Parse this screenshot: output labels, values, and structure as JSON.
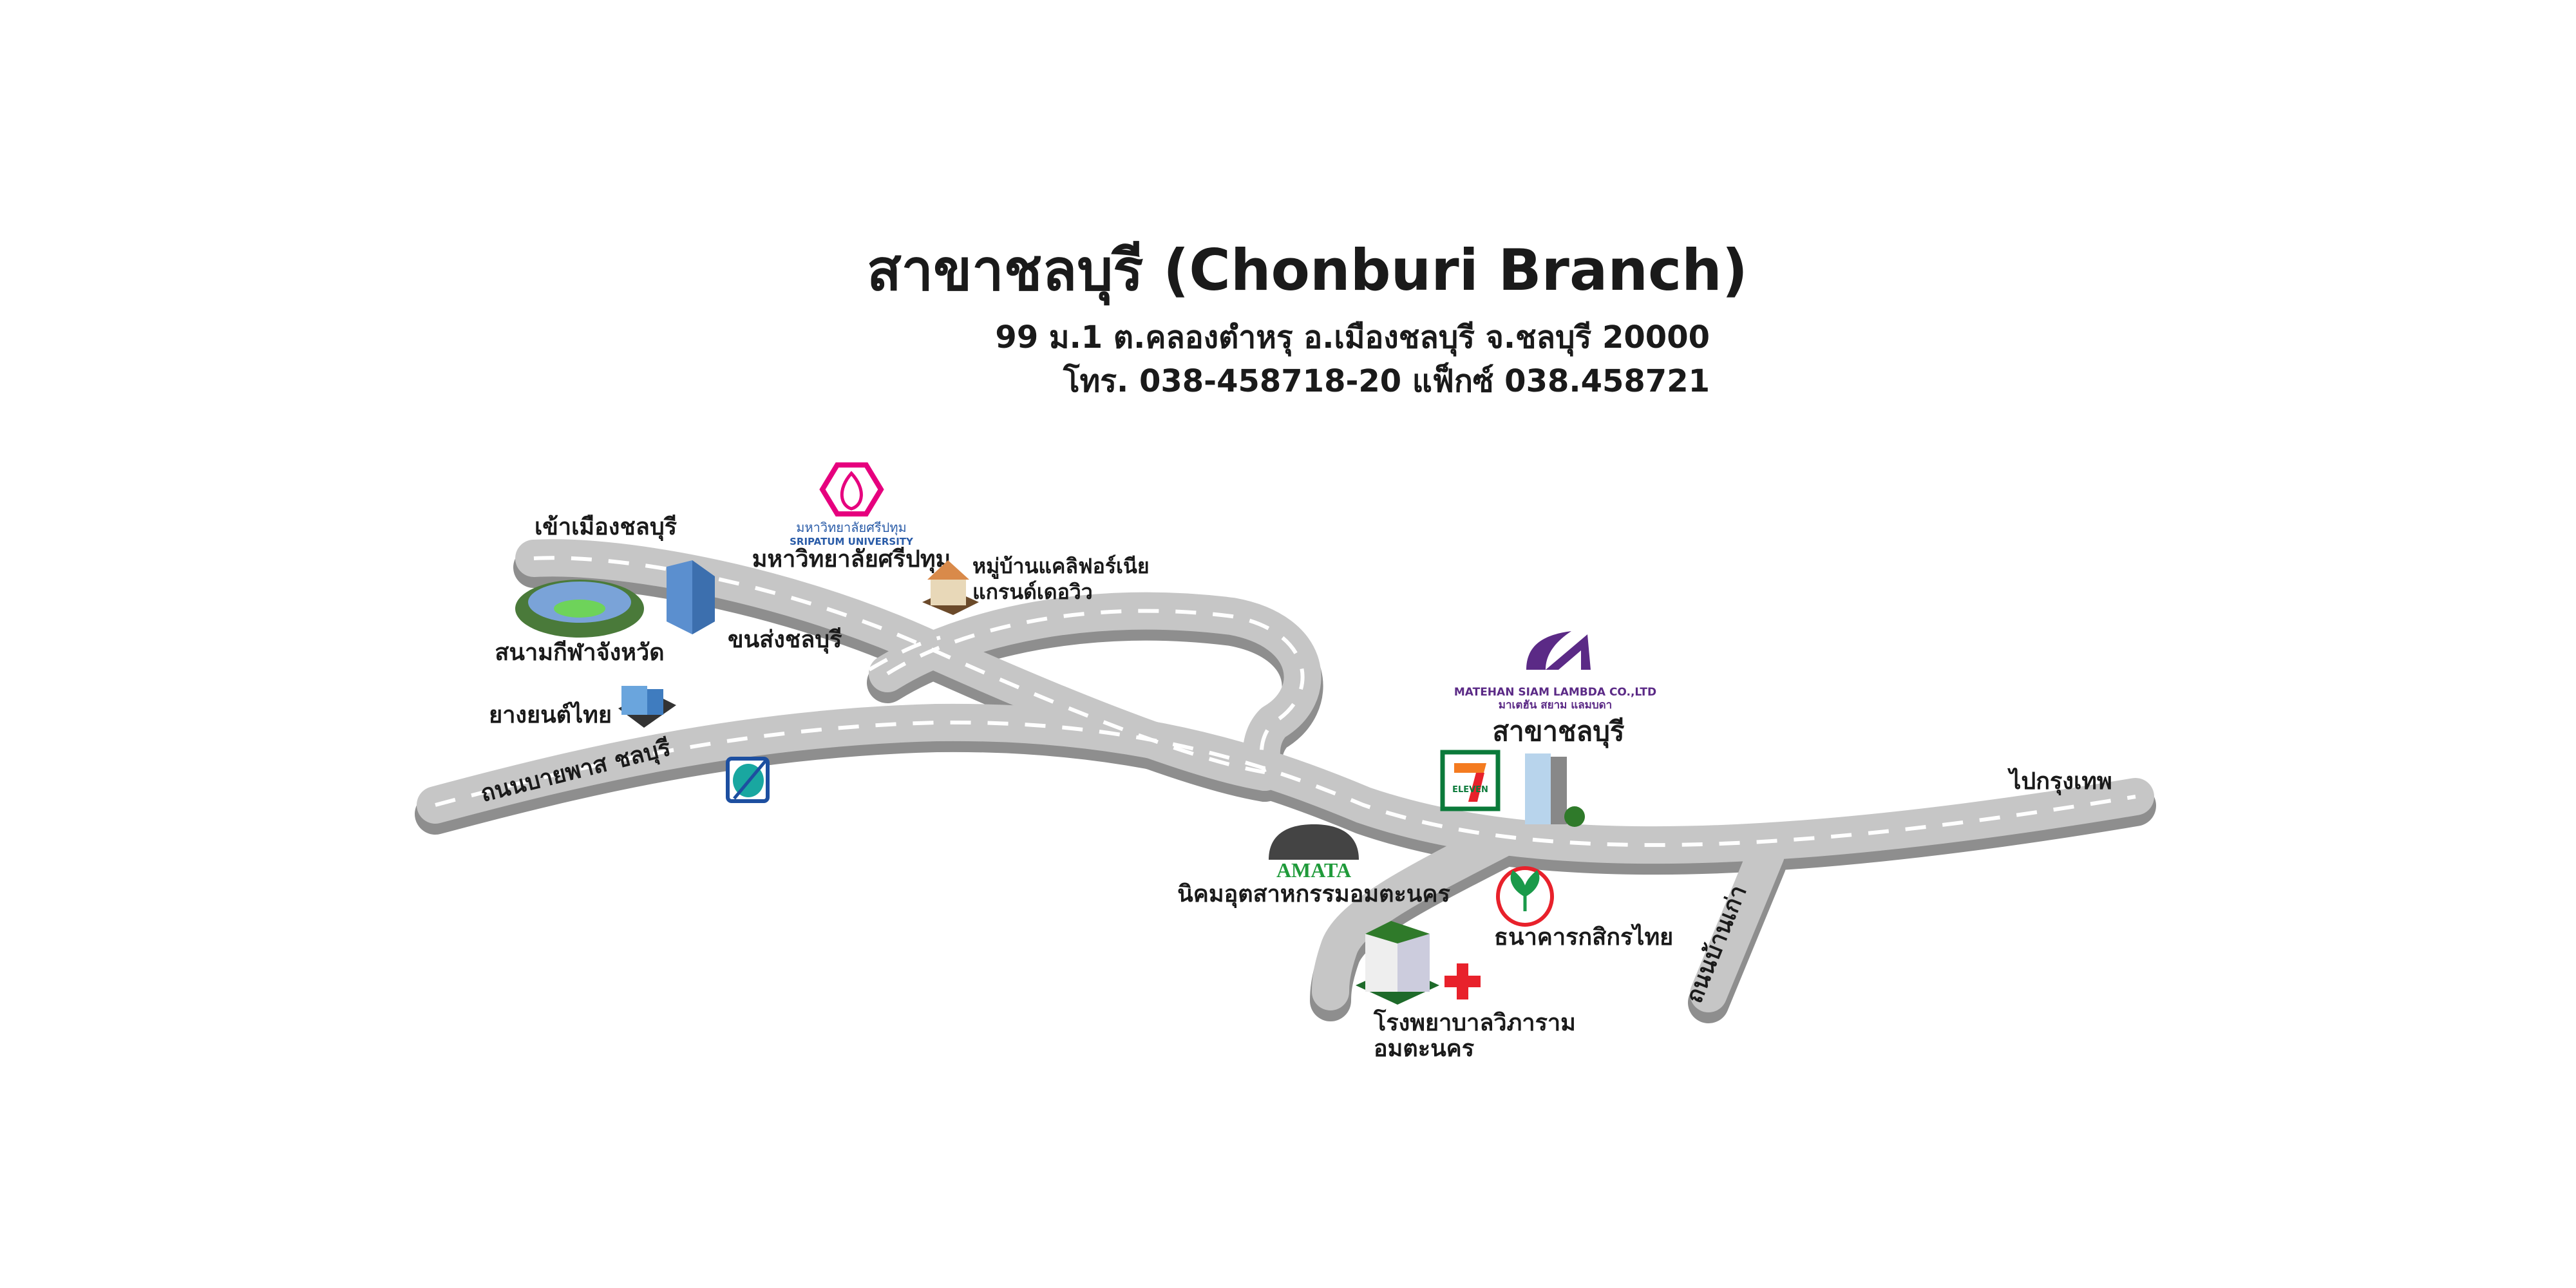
{
  "header": {
    "title": "สาขาชลบุรี (Chonburi Branch)",
    "address": "99 ม.1 ต.คลองตำหรุ อ.เมืองชลบุรี จ.ชลบุรี 20000",
    "contact": "โทร. 038-458718-20 แฟ็กซ์ 038.458721"
  },
  "roads": {
    "to_city": "เข้าเมืองชลบุรี",
    "bypass": "ถนนบายพาส ชลบุรี",
    "to_bangkok": "ไปกรุงเทพ",
    "old_road": "ถนนบ้านเก่า"
  },
  "landmarks": {
    "stadium": "สนามกีฬาจังหวัด",
    "transport": "ขนส่งชลบุรี",
    "tire_shop": "ยางยนต์ไทย",
    "university_logo_th": "มหาวิทยาลัยศรีปทุม",
    "university_logo_en": "SRIPATUM UNIVERSITY",
    "university": "มหาวิทยาลัยศรีปทุม",
    "village_line1": "หมู่บ้านแคลิฟอร์เนีย",
    "village_line2": "แกรนด์เดอวิว",
    "amata_logo": "AMATA",
    "amata": "นิคมอุตสาหกรรมอมตะนคร",
    "bank": "ธนาคารกสิกรไทย",
    "hospital_line1": "โรงพยาบาลวิภาราม",
    "hospital_line2": "อมตะนคร",
    "seven_eleven": "ELEVEN"
  },
  "company": {
    "name_en": "MATEHAN SIAM LAMBDA CO.,LTD",
    "name_th": "มาเตฮัน สยาม แลมบดา",
    "branch": "สาขาชลบุรี"
  },
  "colors": {
    "road": "#c6c6c6",
    "university": "#e6007e",
    "company": "#5b2a86",
    "amata": "#1f9a3a",
    "bank": "#1a9a4a",
    "cross": "#e8212b"
  }
}
